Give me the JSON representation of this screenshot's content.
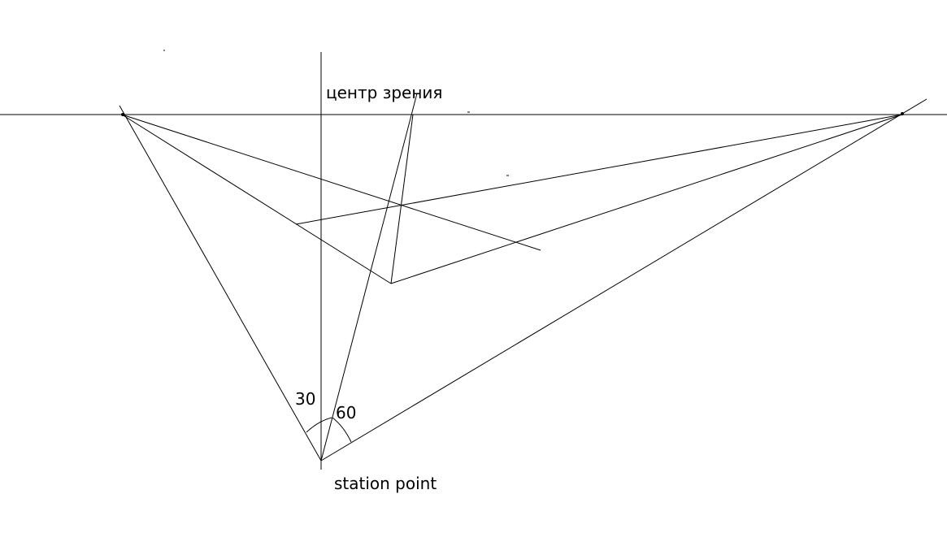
{
  "labels": {
    "center_of_vision": "центр зрения",
    "station_point": "station point",
    "angle_left": "30",
    "angle_right": "60"
  },
  "colors": {
    "line": "#000000",
    "background": "#ffffff"
  }
}
